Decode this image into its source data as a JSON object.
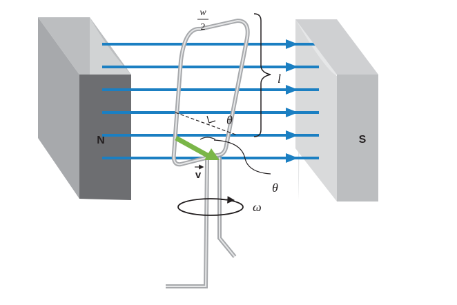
{
  "labels": {
    "north_pole": "N",
    "south_pole": "S",
    "half_width_numerator": "w",
    "half_width_denominator": "2",
    "length": "l",
    "angle_upper": "θ",
    "angle_lower": "θ",
    "velocity": "v",
    "angular_velocity": "ω"
  },
  "colors": {
    "field_lines": "#1b7fc2",
    "magnet_front": "#a7a9ac",
    "magnet_side": "#6d6e71",
    "magnet_top": "#bcbec0",
    "south_front": "#e6e7e8",
    "south_face": "#bcbec0",
    "coil": "#a7a9ac",
    "velocity_arrow": "#7ab648"
  },
  "field_line_count": 6
}
